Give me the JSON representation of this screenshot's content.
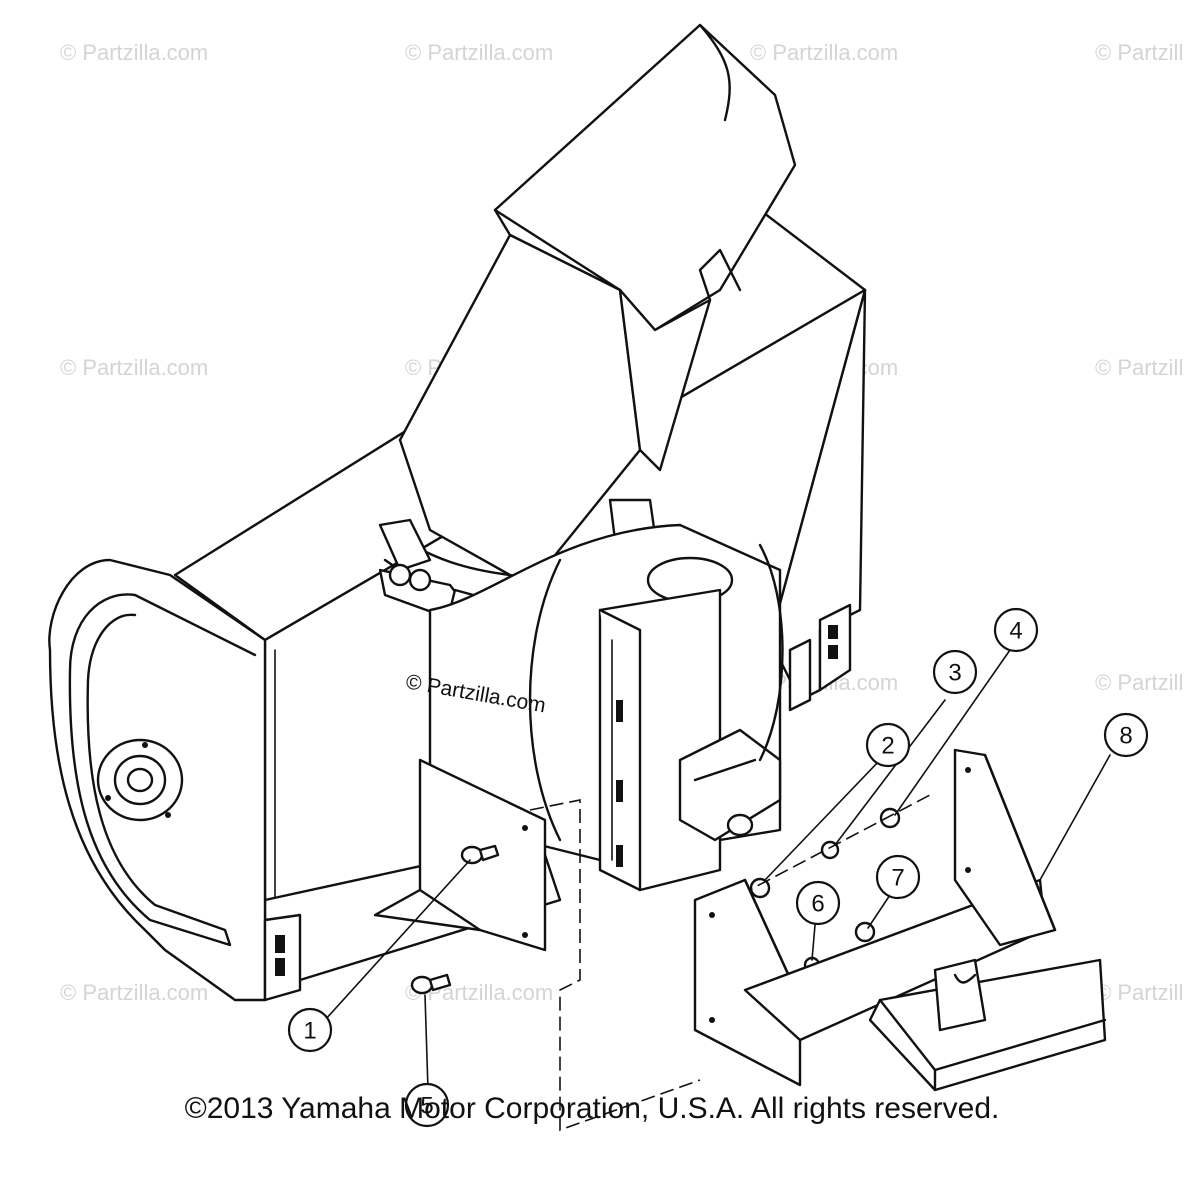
{
  "diagram": {
    "callouts": [
      "1",
      "2",
      "3",
      "4",
      "5",
      "6",
      "7",
      "8"
    ],
    "watermark_text": "© Partzilla.com",
    "copyright": "©2013 Yamaha Motor Corporation, U.S.A. All rights reserved."
  }
}
